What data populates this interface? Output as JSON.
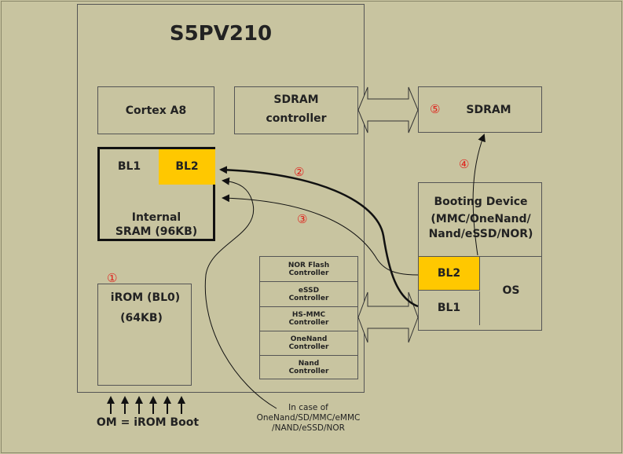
{
  "colors": {
    "background": "#c8c4a0",
    "highlight": "#ffc800",
    "marker": "#e0201a"
  },
  "chip": {
    "title": "S5PV210"
  },
  "cortex": {
    "label": "Cortex A8"
  },
  "sdram_controller": {
    "line1": "SDRAM",
    "line2": "controller"
  },
  "sram": {
    "bl1": "BL1",
    "bl2": "BL2",
    "line1": "Internal",
    "line2": "SRAM (96KB)"
  },
  "irom": {
    "line1": "iROM (BL0)",
    "line2": "(64KB)"
  },
  "controllers": [
    {
      "line1": "NOR Flash",
      "line2": "Controller"
    },
    {
      "line1": "eSSD",
      "line2": "Controller"
    },
    {
      "line1": "HS-MMC",
      "line2": "Controller"
    },
    {
      "line1": "OneNand",
      "line2": "Controller"
    },
    {
      "line1": "Nand",
      "line2": "Controller"
    }
  ],
  "sdram": {
    "label": "SDRAM"
  },
  "booting_device": {
    "line1": "Booting Device",
    "line2": "(MMC/OneNand/",
    "line3": "Nand/eSSD/NOR)",
    "bl2": "BL2",
    "bl1": "BL1",
    "os": "OS"
  },
  "markers": {
    "m1": "①",
    "m2": "②",
    "m3": "③",
    "m4": "④",
    "m5": "⑤"
  },
  "om": {
    "label": "OM = iROM Boot"
  },
  "note": {
    "line1": "In case of",
    "line2": "OneNand/SD/MMC/eMMC",
    "line3": "/NAND/eSSD/NOR"
  }
}
